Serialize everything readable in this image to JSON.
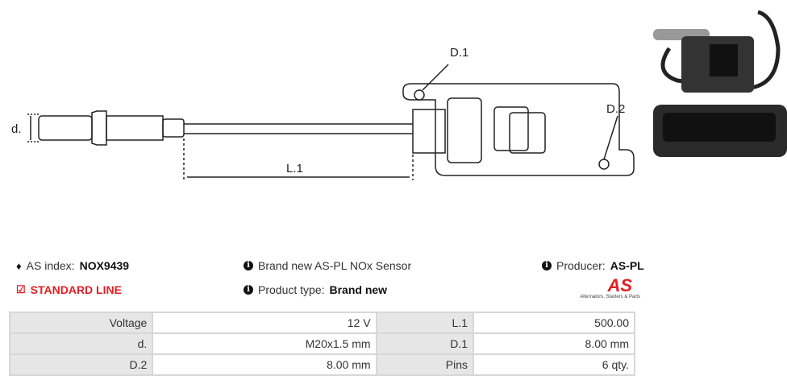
{
  "diagram": {
    "label_d": "d.",
    "label_l1": "L.1",
    "label_d1": "D.1",
    "label_d2": "D.2"
  },
  "info": {
    "as_index_label": "AS index:",
    "as_index_value": "NOX9439",
    "standard_line": "STANDARD LINE",
    "description": "Brand new AS-PL NOx Sensor",
    "product_type_label": "Product type:",
    "product_type_value": "Brand new",
    "producer_label": "Producer:",
    "producer_value": "AS-PL",
    "logo_text": "AS",
    "logo_tagline": "Alternators, Starters & Parts"
  },
  "colors": {
    "accent": "#e31e24"
  },
  "specs": [
    [
      {
        "k": "Voltage",
        "v": "12 V"
      },
      {
        "k": "L.1",
        "v": "500.00"
      }
    ],
    [
      {
        "k": "d.",
        "v": "M20x1.5 mm"
      },
      {
        "k": "D.1",
        "v": "8.00 mm"
      }
    ],
    [
      {
        "k": "D.2",
        "v": "8.00 mm"
      },
      {
        "k": "Pins",
        "v": "6 qty."
      }
    ]
  ]
}
